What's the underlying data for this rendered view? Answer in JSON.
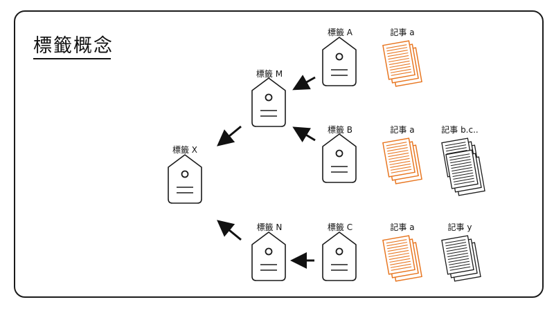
{
  "title": "標籤概念",
  "colors": {
    "line": "#1a1a1a",
    "accent": "#e87722"
  },
  "tags": [
    {
      "id": "A",
      "label": "標籤 A"
    },
    {
      "id": "M",
      "label": "標籤 M"
    },
    {
      "id": "B",
      "label": "標籤 B"
    },
    {
      "id": "X",
      "label": "標籤 X"
    },
    {
      "id": "N",
      "label": "標籤 N"
    },
    {
      "id": "C",
      "label": "標籤 C"
    }
  ],
  "articles": [
    {
      "id": "a1",
      "label": "記事 a",
      "color": "orange"
    },
    {
      "id": "a2",
      "label": "記事 a",
      "color": "orange"
    },
    {
      "id": "bc",
      "label": "記事 b.c..",
      "color": "black"
    },
    {
      "id": "a3",
      "label": "記事 a",
      "color": "orange"
    },
    {
      "id": "y",
      "label": "記事 y",
      "color": "black"
    }
  ]
}
